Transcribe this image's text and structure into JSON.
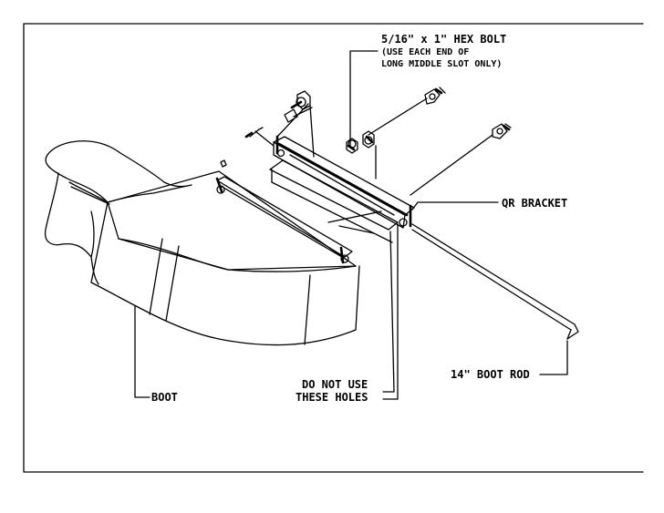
{
  "labels": {
    "hex_bolt_line1": "5/16\" x 1\" HEX BOLT",
    "hex_bolt_line2": "(USE EACH END OF",
    "hex_bolt_line3": "LONG MIDDLE SLOT ONLY)",
    "qr_bracket": "QR BRACKET",
    "boot_rod": "14\" BOOT ROD",
    "do_not_use_line1": "DO NOT USE",
    "do_not_use_line2": "THESE HOLES",
    "boot": "BOOT"
  }
}
